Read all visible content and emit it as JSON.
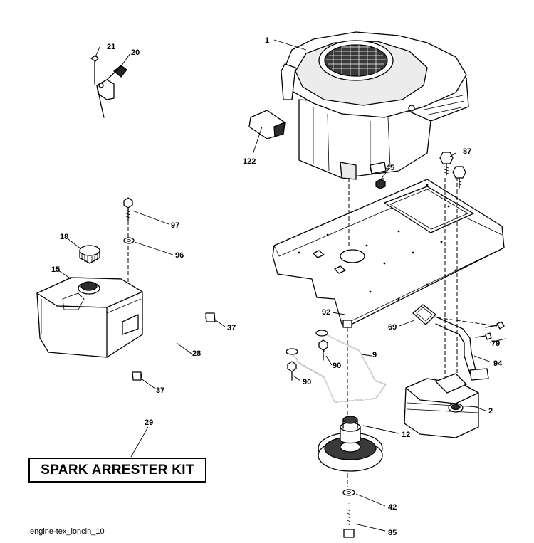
{
  "diagram": {
    "caption": "engine-tex_loncin_10",
    "kit_label": "SPARK ARRESTER KIT",
    "parts": [
      {
        "key": "engine",
        "number": "1"
      },
      {
        "key": "muffler",
        "number": "2"
      },
      {
        "key": "drive-belt-guide",
        "number": "9"
      },
      {
        "key": "engine-pulley",
        "number": "12"
      },
      {
        "key": "fuel-tank",
        "number": "15"
      },
      {
        "key": "fuel-cap",
        "number": "18"
      },
      {
        "key": "throttle-knob",
        "number": "20"
      },
      {
        "key": "throttle-bolt",
        "number": "21"
      },
      {
        "key": "fuel-line",
        "number": "28"
      },
      {
        "key": "spark-arrester-kit",
        "number": "29"
      },
      {
        "key": "hose-clamp-upper",
        "number": "37"
      },
      {
        "key": "hose-clamp-lower",
        "number": "37"
      },
      {
        "key": "washer",
        "number": "42"
      },
      {
        "key": "nut",
        "number": "45"
      },
      {
        "key": "gasket",
        "number": "69"
      },
      {
        "key": "muffler-screw",
        "number": "79"
      },
      {
        "key": "crankshaft-bolt",
        "number": "85"
      },
      {
        "key": "engine-bolt",
        "number": "87"
      },
      {
        "key": "guide-bolt-upper",
        "number": "90"
      },
      {
        "key": "guide-bolt-lower",
        "number": "90"
      },
      {
        "key": "pulley-bolt",
        "number": "92"
      },
      {
        "key": "exhaust-pipe",
        "number": "94"
      },
      {
        "key": "tank-washer",
        "number": "96"
      },
      {
        "key": "tank-screw",
        "number": "97"
      },
      {
        "key": "engine-bracket",
        "number": "122"
      }
    ]
  }
}
